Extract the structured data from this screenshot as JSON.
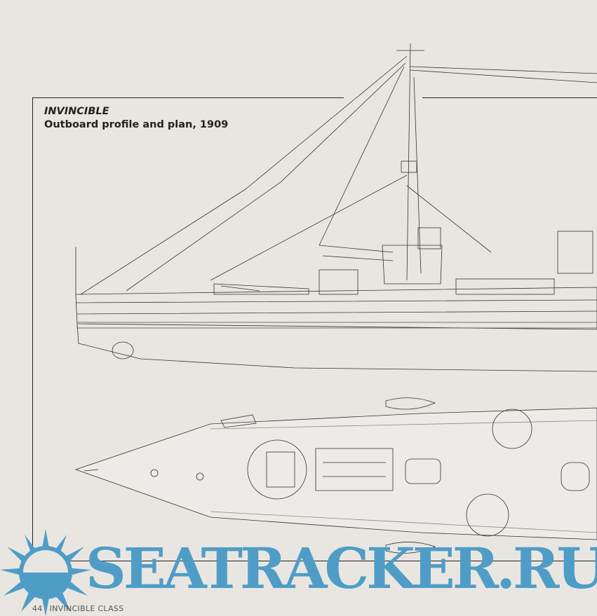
{
  "title": {
    "ship_name": "INVINCIBLE",
    "subtitle": "Outboard profile and plan, 1909"
  },
  "folio": {
    "page_number": "44",
    "running_head": "INVINCIBLE CLASS"
  },
  "watermark": {
    "text": "SEATRACKER.RU",
    "icon": "sun-icon",
    "color": "#4f9dc7"
  }
}
